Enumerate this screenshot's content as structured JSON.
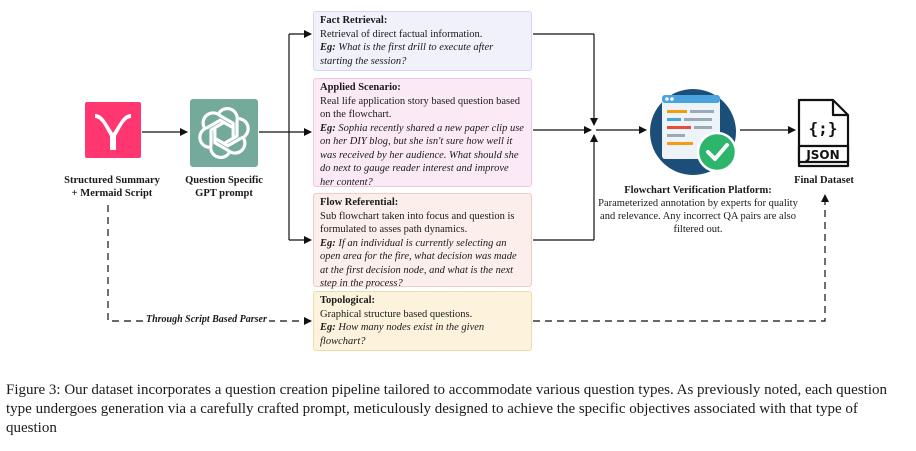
{
  "nodes": {
    "structured_summary": "Structured Summary\n+ Mermaid Script",
    "gpt_prompt": "Question Specific\nGPT prompt",
    "platform_title": "Flowchart Verification Platform:",
    "platform_desc": "Parameterized annotation by experts for quality and relevance. Any incorrect QA pairs are also filtered out.",
    "final_dataset": "Final Dataset",
    "json_icon_text": "JSON",
    "json_braces": "{;}"
  },
  "question_types": [
    {
      "title": "Fact Retrieval:",
      "desc": "Retrieval of direct factual information.",
      "eg_label": "Eg:",
      "eg": " What is the first drill to execute after starting the session?"
    },
    {
      "title": "Applied Scenario:",
      "desc": "Real life application story based  question based on the flowchart.",
      "eg_label": "Eg:",
      "eg": " Sophia recently shared a new paper clip use on her DIY blog, but she isn't sure how well it was received by her audience. What should she do next to gauge reader interest and improve her content?"
    },
    {
      "title": "Flow Referential:",
      "desc": "Sub flowchart taken into focus and question is formulated to asses path dynamics.",
      "eg_label": "Eg:",
      "eg": " If an individual is currently selecting an open area for the fire, what decision was made at the first decision node, and what is the next step in the process?"
    },
    {
      "title": "Topological:",
      "desc": "Graphical structure based questions.",
      "eg_label": "Eg:",
      "eg": " How many nodes exist in the given flowchart?"
    }
  ],
  "parser_label": "Through Script Based Parser",
  "caption": "Figure 3: Our dataset incorporates a question creation pipeline tailored to accommodate various question types. As previously noted, each question type undergoes generation via a carefully crafted prompt, meticulously designed to achieve the specific objectives associated with that type of question",
  "colors": {
    "mermaid_logo": "#ff3670",
    "gpt_logo": "#74aa9c",
    "platform_circle": "#1b4f7a",
    "check_green": "#2cb56b"
  }
}
